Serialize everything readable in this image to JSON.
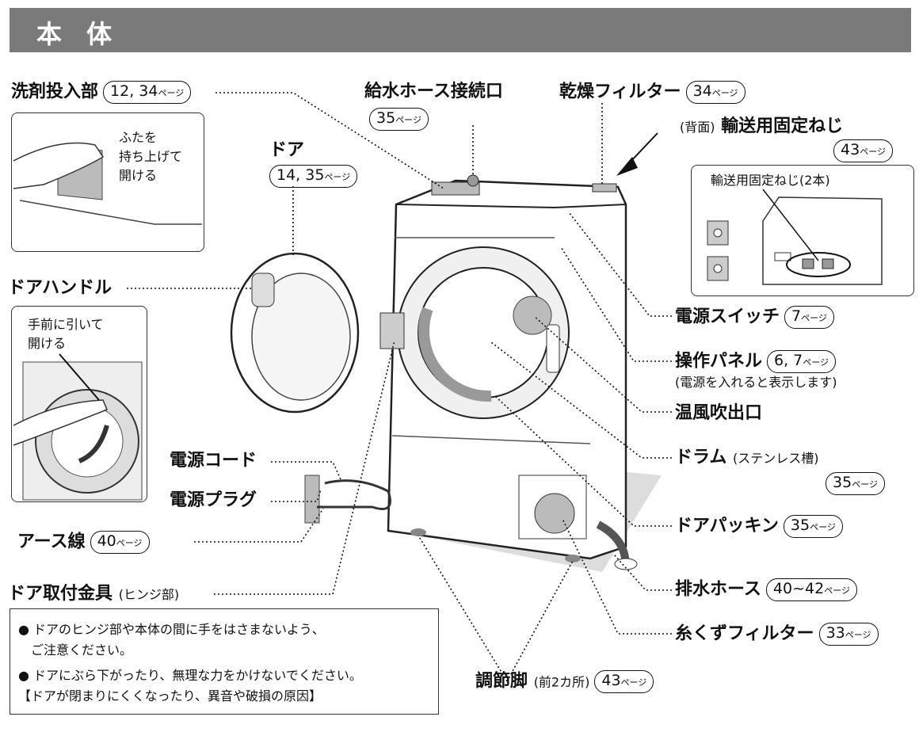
{
  "header": {
    "title": "本 体"
  },
  "labels": {
    "detergent": {
      "name": "洗剤投入部",
      "ref": "12, 34",
      "unit": "ページ"
    },
    "lid_note": [
      "ふたを",
      "持ち上げて",
      "開ける"
    ],
    "water_inlet": {
      "name": "給水ホース接続口",
      "ref": "35",
      "unit": "ページ"
    },
    "dry_filter": {
      "name": "乾燥フィルター",
      "ref": "34",
      "unit": "ページ"
    },
    "transport_screw": {
      "prefix": "(背面)",
      "name": "輸送用固定ねじ",
      "ref": "43",
      "unit": "ページ",
      "inset_caption": "輸送用固定ねじ(2本)"
    },
    "door": {
      "name": "ドア",
      "ref": "14, 35",
      "unit": "ページ"
    },
    "door_handle": {
      "name": "ドアハンドル"
    },
    "handle_note": [
      "手前に引いて",
      "開ける"
    ],
    "power_switch": {
      "name": "電源スイッチ",
      "ref": "7",
      "unit": "ページ"
    },
    "control_panel": {
      "name": "操作パネル",
      "ref": "6, 7",
      "unit": "ページ",
      "note": "(電源を入れると表示します)"
    },
    "warm_air": {
      "name": "温風吹出口"
    },
    "drum": {
      "name": "ドラム",
      "note": "(ステンレス槽)",
      "ref": "35",
      "unit": "ページ"
    },
    "power_cord": {
      "name": "電源コード"
    },
    "power_plug": {
      "name": "電源プラグ"
    },
    "door_packing": {
      "name": "ドアパッキン",
      "ref": "35",
      "unit": "ページ"
    },
    "earth_wire": {
      "name": "アース線",
      "ref": "40",
      "unit": "ページ"
    },
    "drain_hose": {
      "name": "排水ホース",
      "ref": "40~42",
      "unit": "ページ"
    },
    "door_hinge": {
      "name": "ドア取付金具",
      "note": "(ヒンジ部)"
    },
    "lint_filter": {
      "name": "糸くずフィルター",
      "ref": "33",
      "unit": "ページ"
    },
    "adjust_foot": {
      "name": "調節脚",
      "note": "(前2カ所)",
      "ref": "43",
      "unit": "ページ"
    }
  },
  "caution": [
    "● ドアのヒンジ部や本体の間に手をはさまないよう、",
    "　ご注意ください。",
    "● ドアにぶら下がったり、無理な力をかけないでください。",
    "【ドアが閉まりにくくなったり、異音や破損の原因】"
  ]
}
